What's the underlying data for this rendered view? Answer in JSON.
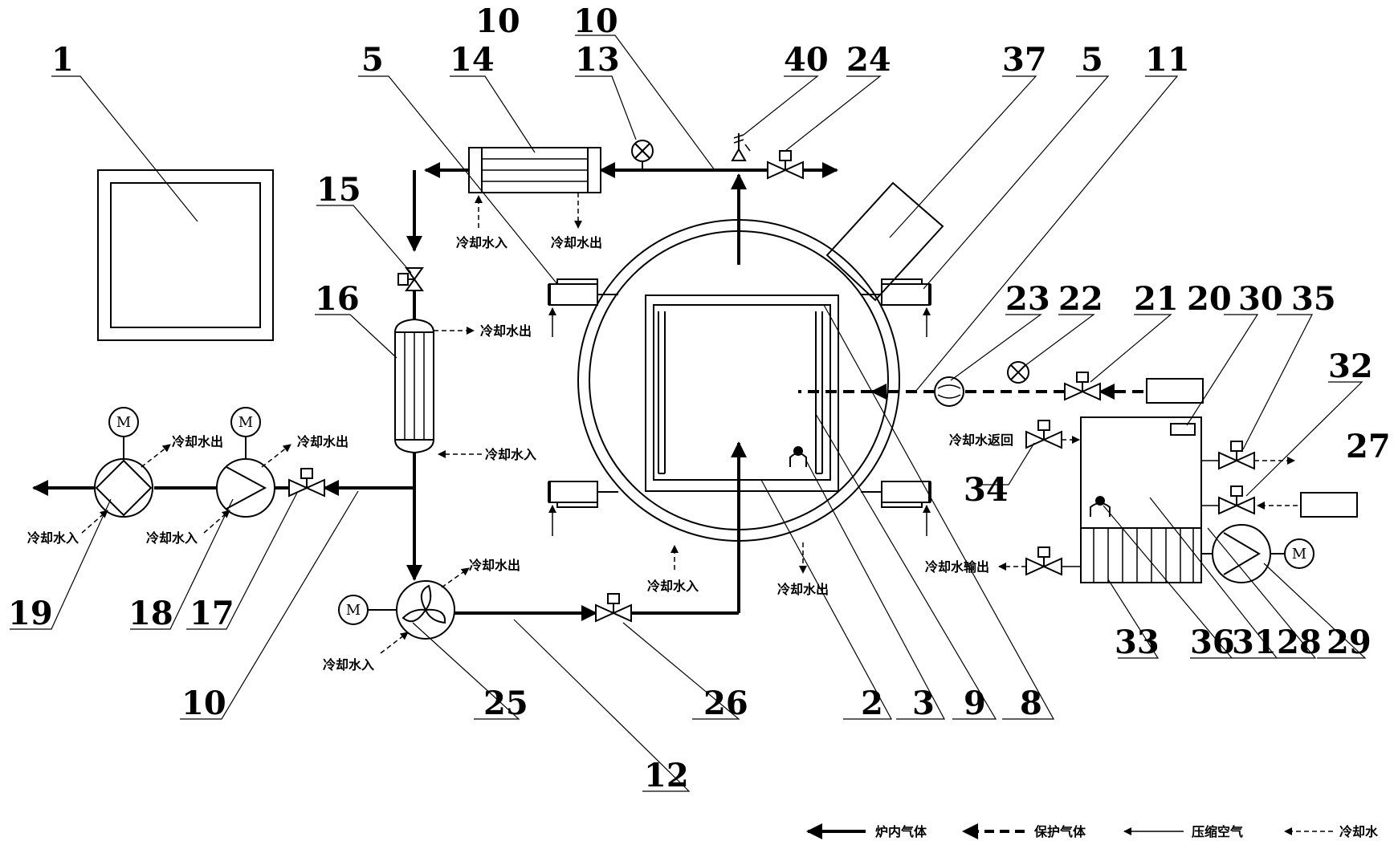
{
  "numbers": {
    "n1": "1",
    "n5a": "5",
    "n14": "14",
    "n13": "13",
    "n10top1": "10",
    "n10top2": "10",
    "n40": "40",
    "n24": "24",
    "n37": "37",
    "n5b": "5",
    "n11": "11",
    "n15": "15",
    "n16": "16",
    "n23": "23",
    "n22": "22",
    "n21": "21",
    "n20": "20",
    "n30": "30",
    "n35": "35",
    "n32": "32",
    "n27": "27",
    "n34": "34",
    "n19": "19",
    "n18": "18",
    "n17": "17",
    "n10b": "10",
    "n25": "25",
    "n26": "26",
    "n12": "12",
    "n2": "2",
    "n3": "3",
    "n9": "9",
    "n8": "8",
    "n33": "33",
    "n36": "36",
    "n31": "31",
    "n28": "28",
    "n29": "29"
  },
  "labels": {
    "cool_in": "冷却水入",
    "cool_out": "冷却水出",
    "cool_return": "冷却水返回",
    "cool_output": "冷却水输出",
    "motor": "M"
  },
  "legend": {
    "furnace_gas": "炉内气体",
    "protective_gas": "保护气体",
    "compressed_air": "压缩空气",
    "cooling_water": "冷却水"
  }
}
